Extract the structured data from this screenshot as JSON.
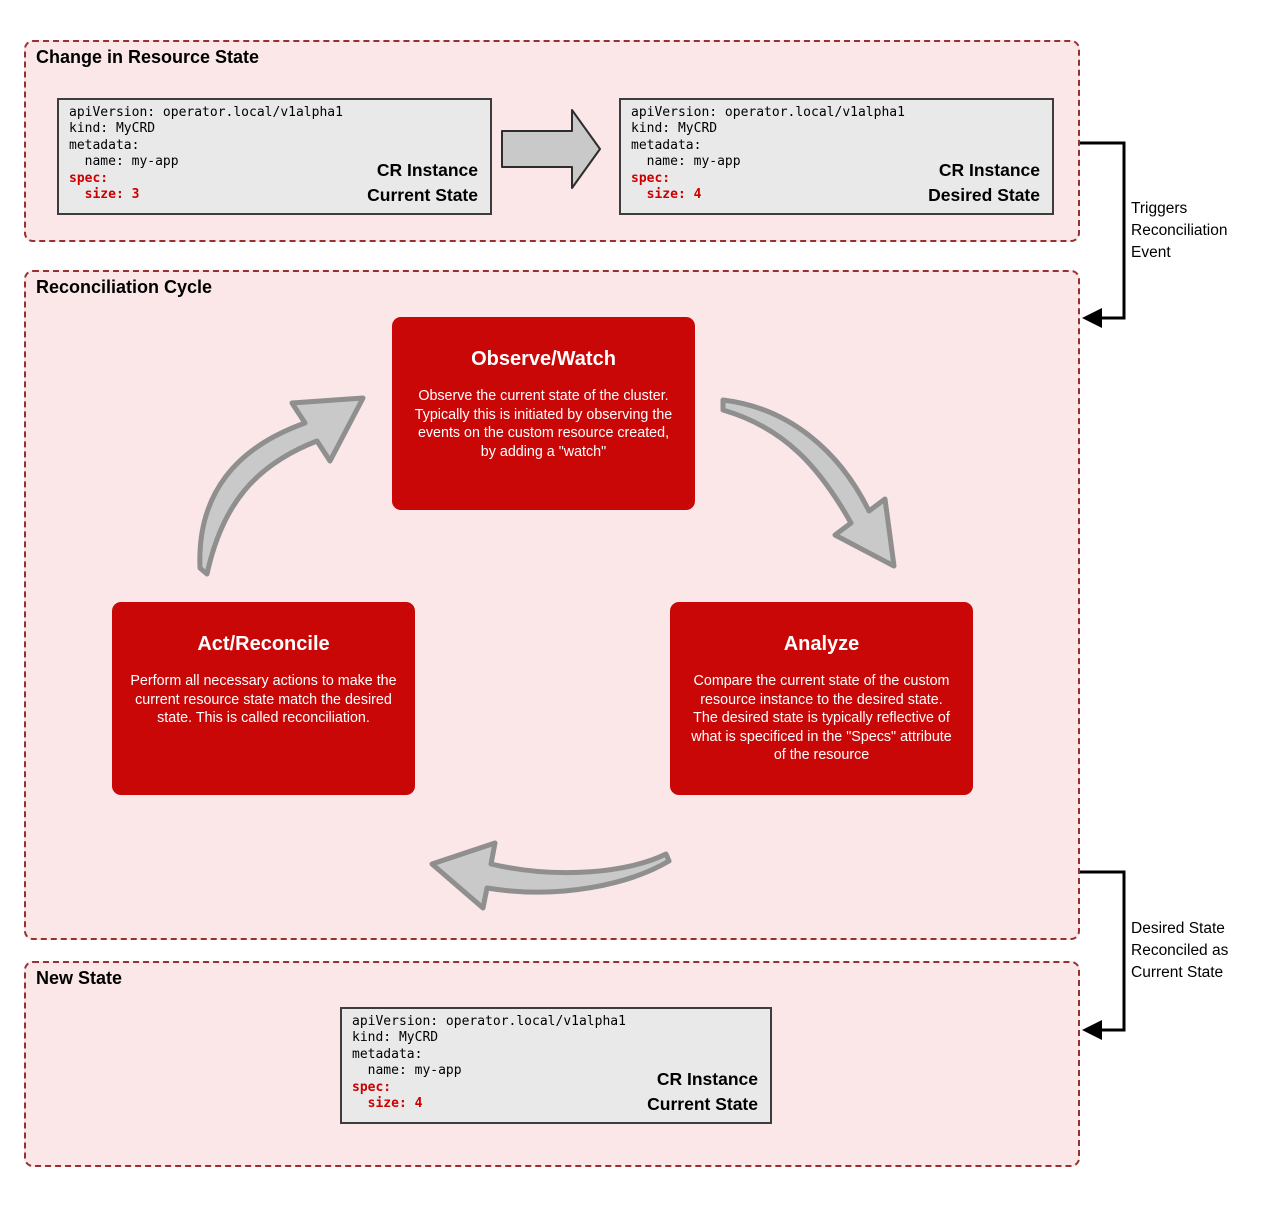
{
  "colors": {
    "section_bg": "#fbe7e7",
    "section_border": "#993030",
    "step_bg": "#ca0707",
    "code_bg": "#e9e9e9",
    "code_border": "#3d3d3d",
    "code_accent": "#cc0000",
    "arrow_fill": "#c9c9c9",
    "arrow_stroke": "#8f8f8f",
    "connector": "#000000"
  },
  "sections": {
    "change": {
      "title": "Change in Resource State"
    },
    "cycle": {
      "title": "Reconciliation Cycle"
    },
    "new_state": {
      "title": "New State"
    }
  },
  "cr_boxes": {
    "current": {
      "yaml": "apiVersion: operator.local/v1alpha1\nkind: MyCRD\nmetadata:\n  name: my-app",
      "spec": "spec:\n  size: 3",
      "label": "CR Instance\nCurrent State"
    },
    "desired": {
      "yaml": "apiVersion: operator.local/v1alpha1\nkind: MyCRD\nmetadata:\n  name: my-app",
      "spec": "spec:\n  size: 4",
      "label": "CR Instance\nDesired State"
    },
    "new": {
      "yaml": "apiVersion: operator.local/v1alpha1\nkind: MyCRD\nmetadata:\n  name: my-app",
      "spec": "spec:\n  size: 4",
      "label": "CR Instance\nCurrent State"
    }
  },
  "steps": {
    "observe": {
      "title": "Observe/Watch",
      "body": "Observe the current state of the cluster.\nTypically this is initiated by observing the\nevents on the custom resource created,\nby adding a \"watch\""
    },
    "analyze": {
      "title": "Analyze",
      "body": "Compare the current state of the custom\nresource instance to the desired state.\nThe desired state is typically reflective of\nwhat is specificed in the \"Specs\" attribute\nof the resource"
    },
    "act": {
      "title": "Act/Reconcile",
      "body": "Perform all necessary actions to make the\ncurrent resource state match the desired\nstate. This is called reconciliation."
    }
  },
  "annotations": {
    "trigger": "Triggers\nReconciliation\nEvent",
    "reconciled": "Desired State\nReconciled as\nCurrent State"
  }
}
